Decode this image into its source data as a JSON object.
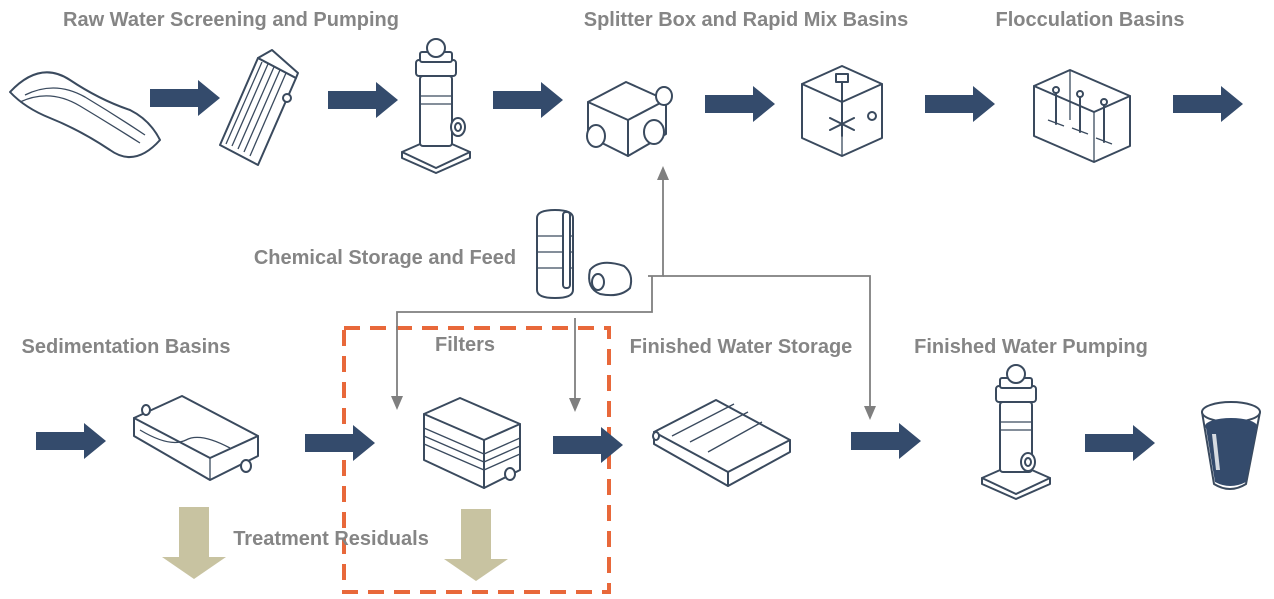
{
  "labels": {
    "raw_water": "Raw Water Screening and Pumping",
    "splitter": "Splitter Box and Rapid Mix Basins",
    "flocculation": "Flocculation Basins",
    "chemical": "Chemical Storage and Feed",
    "sedimentation": "Sedimentation Basins",
    "filters": "Filters",
    "finished_storage": "Finished Water Storage",
    "finished_pumping": "Finished Water Pumping",
    "residuals": "Treatment Residuals"
  },
  "colors": {
    "flow_arrow": "#344b6c",
    "residual_arrow": "#c8c3a1",
    "highlight": "#e8683a",
    "label_text": "#858585",
    "chemical_line": "#7f7f7f"
  }
}
